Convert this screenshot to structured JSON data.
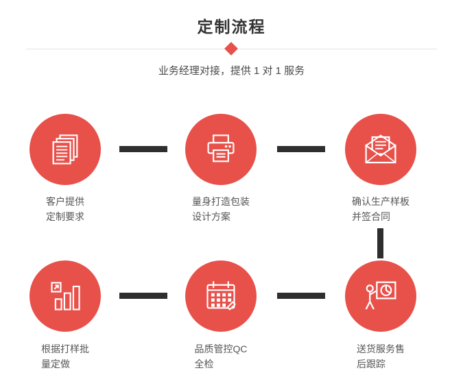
{
  "header": {
    "title": "定制流程",
    "subtitle": "业务经理对接，提供 1 对 1 服务"
  },
  "steps": [
    {
      "icon": "stacked-documents-icon",
      "line1": "客户提供",
      "line2": "定制要求"
    },
    {
      "icon": "printer-icon",
      "line1": "量身打造包装",
      "line2": "设计方案"
    },
    {
      "icon": "open-envelope-icon",
      "line1": "确认生产样板",
      "line2": "并签合同"
    },
    {
      "icon": "bar-chart-icon",
      "line1": "根据打样批",
      "line2": "量定做"
    },
    {
      "icon": "calendar-icon",
      "line1": "品质管控QC",
      "line2": "全检"
    },
    {
      "icon": "presentation-chart-icon",
      "line1": "送货服务售",
      "line2": "后跟踪"
    }
  ],
  "colors": {
    "accent_red": "#e8504a",
    "connector_dark": "#2e2e2e",
    "divider_gray": "#e3e3e3",
    "title_text": "#333333",
    "label_text": "#555555"
  }
}
